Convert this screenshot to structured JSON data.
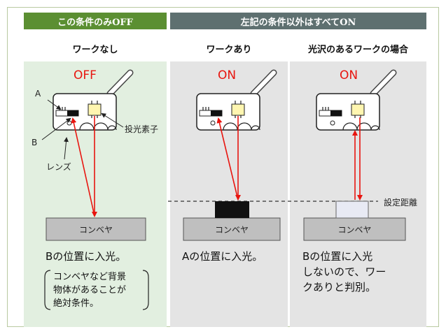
{
  "banners": {
    "off": "この条件のみOFF",
    "on": "左記の条件以外はすべてON"
  },
  "columns": [
    {
      "header": "ワークなし",
      "state": "OFF",
      "caption": "Bの位置に入光。"
    },
    {
      "header": "ワークあり",
      "state": "ON",
      "caption": "Aの位置に入光。"
    },
    {
      "header": "光沢のあるワークの場合",
      "state": "ON",
      "caption_lines": [
        "Bの位置に入光",
        "しないので、ワー",
        "クありと判別。"
      ]
    }
  ],
  "labels": {
    "a": "A",
    "b": "B",
    "lens": "レンズ",
    "emitter": "投光素子",
    "distance": "設定距離",
    "conveyor": "コンベヤ"
  },
  "note_lines": [
    "コンベヤなど背景",
    "物体があることが",
    "絶対条件。"
  ],
  "colors": {
    "off_banner": "#5b8f32",
    "on_banner": "#5e7070",
    "panel_off": "#e2efe0",
    "panel_on": "#e4e4e4",
    "beam": "#e8150f"
  }
}
